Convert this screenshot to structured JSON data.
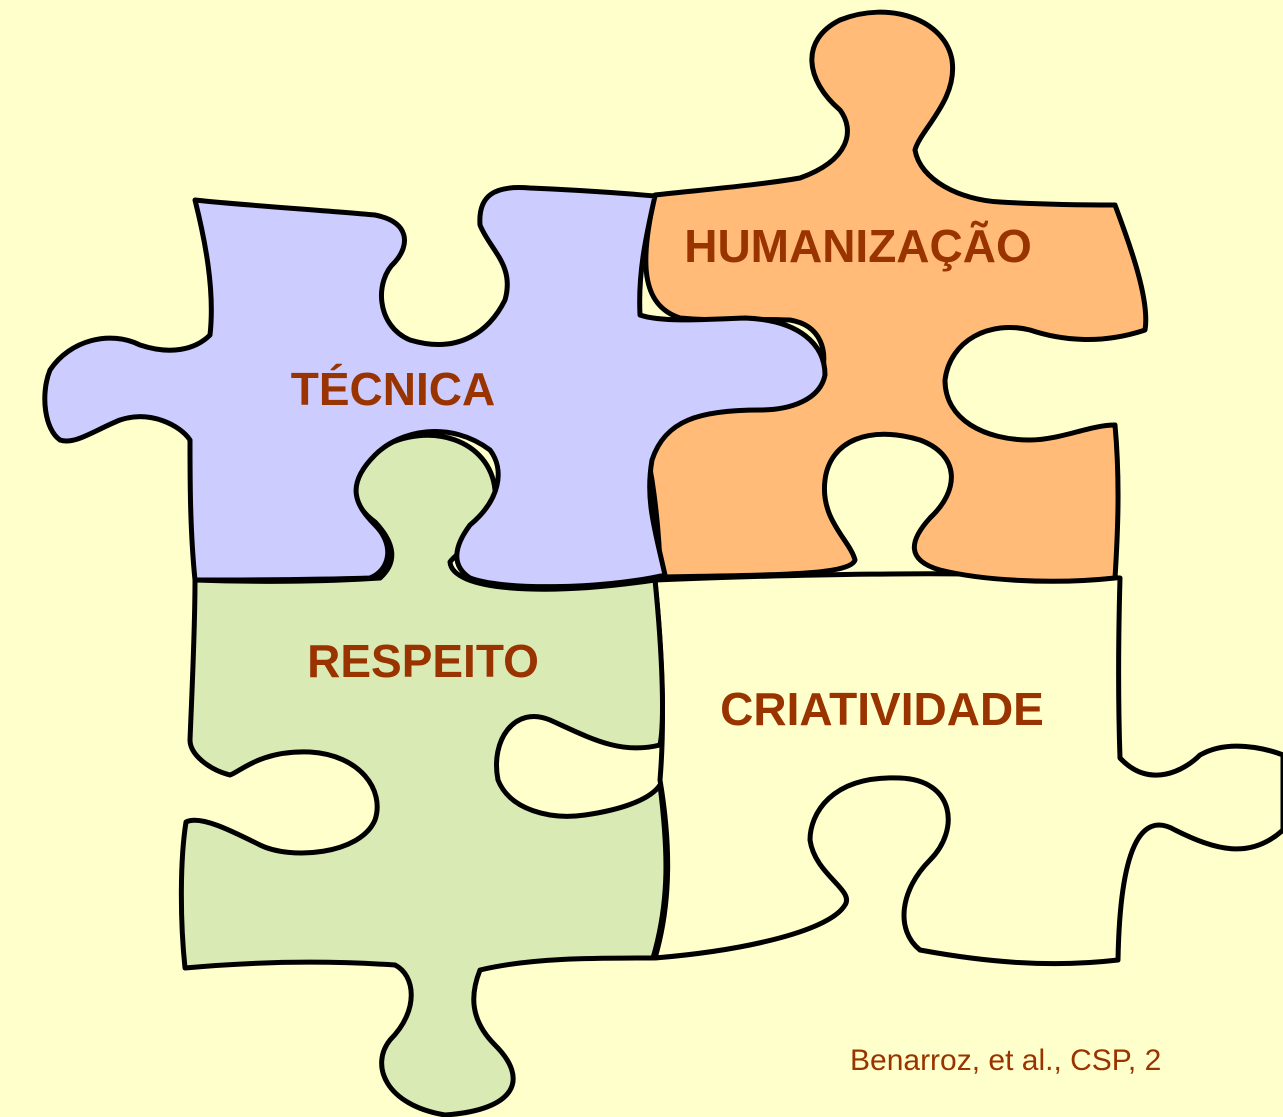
{
  "pieces": {
    "tecnica": {
      "label": "TÉCNICA",
      "fill": "#CCCCFF"
    },
    "humanizacao": {
      "label": "HUMANIZAÇÃO",
      "fill": "#FFBB77"
    },
    "respeito": {
      "label": "RESPEITO",
      "fill": "#D9EAB5"
    },
    "criatividade": {
      "label": "CRIATIVIDADE",
      "fill": "#FFFFCC"
    }
  },
  "text_color": "#993300",
  "background": "#FFFFCC",
  "citation": "Benarroz, et al., CSP, 2"
}
